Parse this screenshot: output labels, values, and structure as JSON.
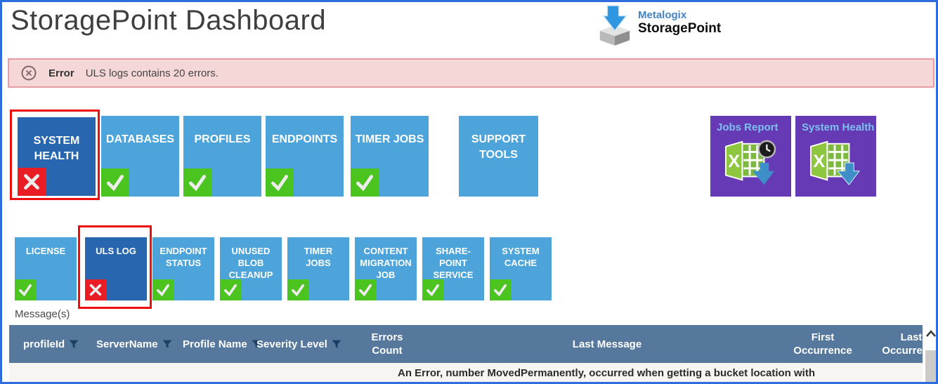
{
  "page": {
    "title": "StoragePoint Dashboard"
  },
  "logo": {
    "brand": "Metalogix",
    "product": "StoragePoint"
  },
  "alert": {
    "label": "Error",
    "message": "ULS logs contains 20 errors."
  },
  "tiles_row1": [
    {
      "label": "SYSTEM HEALTH",
      "status": "error",
      "selected": true
    },
    {
      "label": "DATABASES",
      "status": "ok",
      "selected": false
    },
    {
      "label": "PROFILES",
      "status": "ok",
      "selected": false
    },
    {
      "label": "ENDPOINTS",
      "status": "ok",
      "selected": false
    },
    {
      "label": "TIMER JOBS",
      "status": "ok",
      "selected": false
    },
    {
      "label": "SUPPORT TOOLS",
      "status": "none",
      "selected": false
    }
  ],
  "report_tiles": [
    {
      "label": "Jobs Report",
      "icon": "excel-scheduled-export-icon"
    },
    {
      "label": "System Health",
      "icon": "excel-export-icon"
    }
  ],
  "tiles_row2": [
    {
      "label": "LICENSE",
      "status": "ok",
      "selected": false
    },
    {
      "label": "ULS LOG",
      "status": "error",
      "selected": true
    },
    {
      "label": "ENDPOINT STATUS",
      "status": "ok",
      "selected": false
    },
    {
      "label": "UNUSED BLOB CLEANUP",
      "status": "ok",
      "selected": false
    },
    {
      "label": "TIMER JOBS",
      "status": "ok",
      "selected": false
    },
    {
      "label": "CONTENT MIGRATION JOB",
      "status": "ok",
      "selected": false
    },
    {
      "label": "SHARE-POINT SERVICE",
      "status": "ok",
      "selected": false
    },
    {
      "label": "SYSTEM CACHE",
      "status": "ok",
      "selected": false
    }
  ],
  "messages": {
    "section_label": "Message(s)",
    "columns": [
      {
        "label": "profileId",
        "filter": true
      },
      {
        "label": "ServerName",
        "filter": true
      },
      {
        "label": "Profile Name",
        "filter": true
      },
      {
        "label": "Severity Level",
        "filter": true
      },
      {
        "label": "Errors Count",
        "filter": false
      },
      {
        "label": "Last Message",
        "filter": false
      },
      {
        "label": "First Occurrence",
        "filter": false
      },
      {
        "label": "Last Occurrence",
        "filter": false
      }
    ],
    "rows": [
      {
        "last_message": "An Error, number MovedPermanently, occurred when getting a bucket location with the message 'Error making request with ErrorCode MovedPermanently, the"
      }
    ]
  },
  "colors": {
    "page_border": "#2e6ce0",
    "tile_blue": "#4da4da",
    "tile_selected_blue": "#2966b0",
    "status_ok_green": "#4cc41f",
    "status_error_red": "#ea1c24",
    "annotation_red": "#ee0e0e",
    "report_purple": "#6639b5",
    "report_label_blue": "#7cc0ee",
    "grid_header_slate": "#56789c",
    "alert_pink": "#f6d7d8"
  }
}
